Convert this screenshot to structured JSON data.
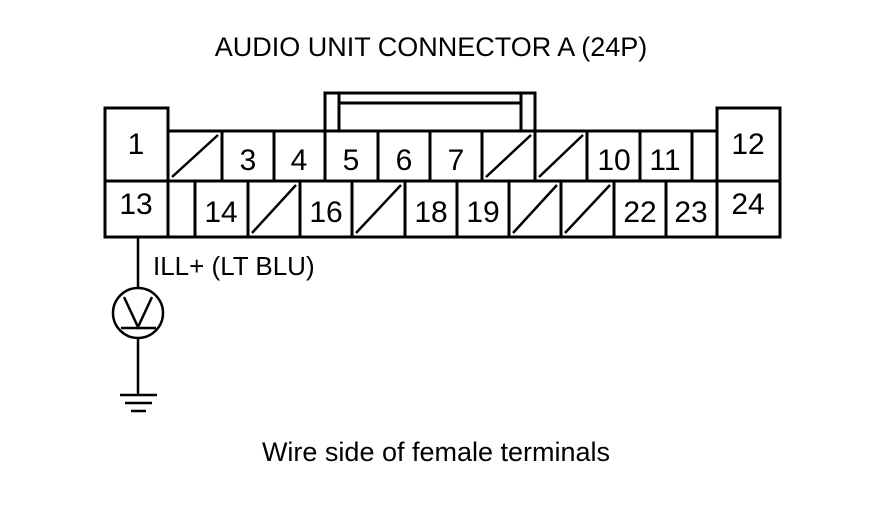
{
  "title": "AUDIO UNIT CONNECTOR A (24P)",
  "caption": "Wire side of female terminals",
  "wire_label": "ILL+ (LT BLU)",
  "meter_symbol": "V",
  "top_row_labels": [
    "1",
    "3",
    "4",
    "5",
    "6",
    "7",
    "10",
    "11",
    "12"
  ],
  "bottom_row_labels": [
    "13",
    "14",
    "16",
    "18",
    "19",
    "22",
    "23",
    "24"
  ],
  "icons": {
    "voltmeter": "voltmeter-icon",
    "ground": "ground-icon"
  }
}
